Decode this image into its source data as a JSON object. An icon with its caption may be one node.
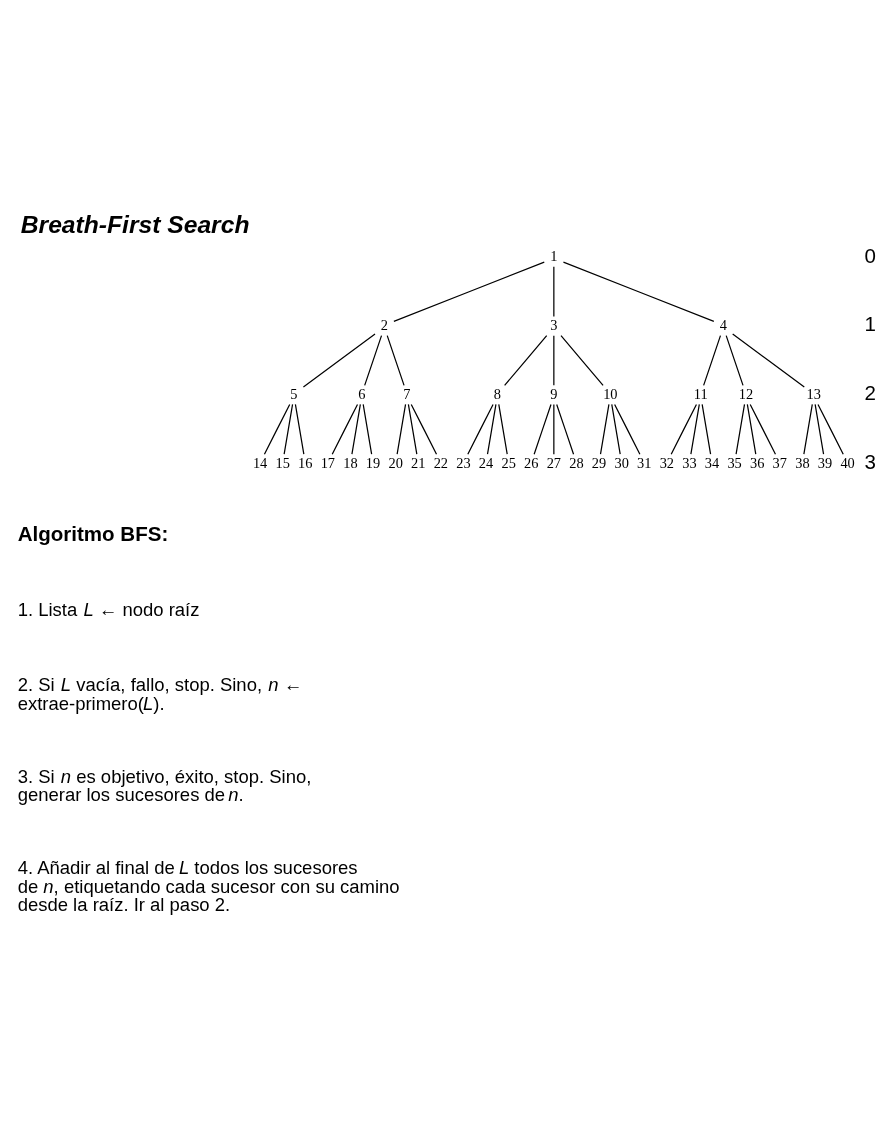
{
  "diagram": {
    "title": "Breath-First Search",
    "nodes": [
      {
        "text": [
          "1"
        ]
      },
      {
        "text": [
          "2"
        ]
      },
      {
        "text": [
          "3"
        ]
      },
      {
        "text": [
          "4"
        ]
      },
      {
        "text": [
          "5"
        ]
      },
      {
        "text": [
          "6"
        ]
      },
      {
        "text": [
          "7"
        ]
      },
      {
        "text": [
          "8"
        ]
      },
      {
        "text": [
          "9"
        ]
      },
      {
        "text": [
          "10"
        ]
      },
      {
        "text": [
          "11"
        ]
      },
      {
        "text": [
          "12"
        ]
      },
      {
        "text": [
          "13"
        ]
      },
      {
        "text": [
          "14"
        ]
      },
      {
        "text": [
          "15"
        ]
      },
      {
        "text": [
          "16"
        ]
      },
      {
        "text": [
          "17"
        ]
      },
      {
        "text": [
          "18"
        ]
      },
      {
        "text": [
          "19"
        ]
      },
      {
        "text": [
          "20"
        ]
      },
      {
        "text": [
          "21"
        ]
      },
      {
        "text": [
          "22"
        ]
      },
      {
        "text": [
          "23"
        ]
      },
      {
        "text": [
          "24"
        ]
      },
      {
        "text": [
          "25"
        ]
      },
      {
        "text": [
          "26"
        ]
      },
      {
        "text": [
          "27"
        ]
      },
      {
        "text": [
          "28"
        ]
      },
      {
        "text": [
          "29"
        ]
      },
      {
        "text": [
          "30"
        ]
      },
      {
        "text": [
          "31"
        ]
      },
      {
        "text": [
          "32"
        ]
      },
      {
        "text": [
          "33"
        ]
      },
      {
        "text": [
          "34"
        ]
      },
      {
        "text": [
          "35"
        ]
      },
      {
        "text": [
          "36"
        ]
      },
      {
        "text": [
          "37"
        ]
      },
      {
        "text": [
          "38"
        ]
      },
      {
        "text": [
          "39"
        ]
      },
      {
        "text": [
          "40"
        ]
      }
    ],
    "edges": [
      {
        "from": 0,
        "to": 1,
        "arrow": "none"
      },
      {
        "from": 0,
        "to": 2,
        "arrow": "none"
      },
      {
        "from": 0,
        "to": 3,
        "arrow": "none"
      },
      {
        "from": 1,
        "to": 4,
        "arrow": "none"
      },
      {
        "from": 1,
        "to": 5,
        "arrow": "none"
      },
      {
        "from": 1,
        "to": 6,
        "arrow": "none"
      },
      {
        "from": 2,
        "to": 7,
        "arrow": "none"
      },
      {
        "from": 2,
        "to": 8,
        "arrow": "none"
      },
      {
        "from": 2,
        "to": 9,
        "arrow": "none"
      },
      {
        "from": 3,
        "to": 10,
        "arrow": "none"
      },
      {
        "from": 3,
        "to": 11,
        "arrow": "none"
      },
      {
        "from": 3,
        "to": 12,
        "arrow": "none"
      },
      {
        "from": 4,
        "to": 13,
        "arrow": "none"
      },
      {
        "from": 4,
        "to": 14,
        "arrow": "none"
      },
      {
        "from": 4,
        "to": 15,
        "arrow": "none"
      },
      {
        "from": 5,
        "to": 16,
        "arrow": "none"
      },
      {
        "from": 5,
        "to": 17,
        "arrow": "none"
      },
      {
        "from": 5,
        "to": 18,
        "arrow": "none"
      },
      {
        "from": 6,
        "to": 19,
        "arrow": "none"
      },
      {
        "from": 6,
        "to": 20,
        "arrow": "none"
      },
      {
        "from": 6,
        "to": 21,
        "arrow": "none"
      },
      {
        "from": 7,
        "to": 22,
        "arrow": "none"
      },
      {
        "from": 7,
        "to": 23,
        "arrow": "none"
      },
      {
        "from": 7,
        "to": 24,
        "arrow": "none"
      },
      {
        "from": 8,
        "to": 25,
        "arrow": "none"
      },
      {
        "from": 8,
        "to": 26,
        "arrow": "none"
      },
      {
        "from": 8,
        "to": 27,
        "arrow": "none"
      },
      {
        "from": 9,
        "to": 28,
        "arrow": "none"
      },
      {
        "from": 9,
        "to": 29,
        "arrow": "none"
      },
      {
        "from": 9,
        "to": 30,
        "arrow": "none"
      },
      {
        "from": 10,
        "to": 31,
        "arrow": "none"
      },
      {
        "from": 10,
        "to": 32,
        "arrow": "none"
      },
      {
        "from": 10,
        "to": 33,
        "arrow": "none"
      },
      {
        "from": 11,
        "to": 34,
        "arrow": "none"
      },
      {
        "from": 11,
        "to": 35,
        "arrow": "none"
      },
      {
        "from": 11,
        "to": 36,
        "arrow": "none"
      },
      {
        "from": 12,
        "to": 37,
        "arrow": "none"
      },
      {
        "from": 12,
        "to": 38,
        "arrow": "none"
      },
      {
        "from": 12,
        "to": 39,
        "arrow": "none"
      }
    ],
    "labels": [
      "0",
      "1",
      "2",
      "3",
      "Algoritmo BFS:",
      "1. Lista *L* ← nodo raíz",
      "2. Si *L* vacía, fallo, stop. Sino, *n* ← extrae-primero(*L*).",
      "3. Si *n* es objetivo, éxito, stop. Sino, generar los sucesores de *n*.",
      "4. Añadir al final de *L* todos los sucesores de *n*, etiquetando cada sucesor con su camino desde la raíz. Ir al paso 2."
    ]
  }
}
